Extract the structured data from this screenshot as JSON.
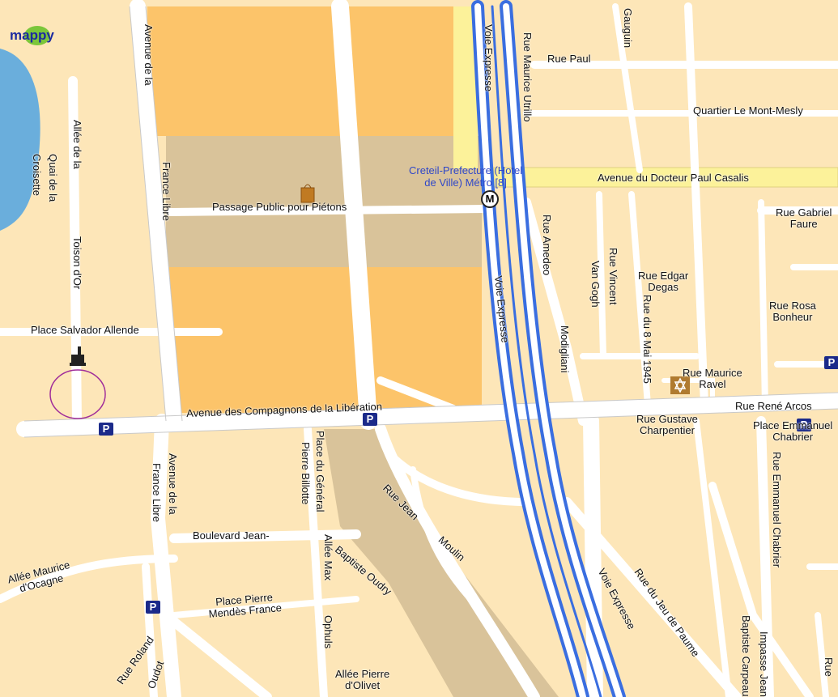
{
  "logo": "mappy",
  "metro": {
    "symbol": "M",
    "label": "Creteil-Prefecture (Hotel\nde Ville) Métro [8]"
  },
  "parking_symbol": "P",
  "streets": {
    "voie_expresse_1": "Voie Expresse",
    "voie_expresse_2": "Voie Expresse",
    "voie_expresse_3": "Voie Expresse",
    "rue_maurice_utrillo": "Rue Maurice Utrillo",
    "rue_paul": "Rue Paul",
    "gauguin": "Gauguin",
    "quartier": "Quartier Le Mont-Mesly",
    "casalis": "Avenue du Docteur Paul Casalis",
    "rue_gabriel_faure": "Rue Gabriel\nFaure",
    "rue_amedeo": "Rue Amedeo",
    "modigliani": "Modigliani",
    "rue_vincent": "Rue Vincent",
    "van_gogh": "Van Gogh",
    "rue_edgar_degas": "Rue Edgar\nDegas",
    "rue_8_mai": "Rue du 8 Mai 1945",
    "rue_rosa_bonheur": "Rue Rosa\nBonheur",
    "rue_maurice_ravel": "Rue Maurice\nRavel",
    "rue_rene_arcos": "Rue René Arcos",
    "rue_gustave_charpentier": "Rue Gustave\nCharpentier",
    "place_chabrier": "Place Emmanuel\nChabrier",
    "rue_emmanuel_chabrier": "Rue Emmanuel\nChabrier",
    "avenue_de_la_1": "Avenue de la",
    "france_libre_1": "France Libre",
    "passage": "Passage Public pour Piétons",
    "allee_de_la": "Allée de la",
    "tolson": "Toison d'Or",
    "quai_de_la": "Quai de la",
    "croisette": "Croisette",
    "place_salvador": "Place Salvador Allende",
    "compagnons": "Avenue des Compagnons de la Libération",
    "avenue_de_la_2": "Avenue de la",
    "france_libre_2": "France Libre",
    "place_general": "Place du Général",
    "pierre_billotte": "Pierre Billotte",
    "rue_jean": "Rue Jean",
    "moulin": "Moulin",
    "boulevard_jean": "Boulevard Jean-",
    "baptiste_oudry": "Baptiste Oudry",
    "allee_max": "Allée Max",
    "ophuls": "Ophuls",
    "allee_maurice": "Allée Maurice\nd'Ocagne",
    "place_pierre": "Place Pierre\nMendès France",
    "rue_roland": "Rue Roland",
    "oudot": "Oudot",
    "allee_pierre": "Allée Pierre\nd'Olivet",
    "rue_jeu_paume": "Rue du Jeu de Paume",
    "impasse_jean": "Impasse Jean",
    "baptiste_carpeaux": "Baptiste Carpeaux",
    "rue_edge": "Rue"
  }
}
